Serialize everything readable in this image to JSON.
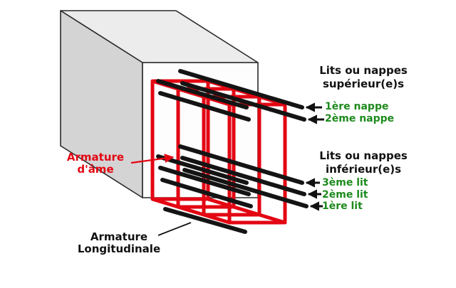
{
  "diagram": {
    "title_top": "Lits ou nappes\nsupérieur(e)s",
    "title_bottom": "Lits ou nappes\ninférieur(e)s",
    "labels": {
      "nappe1": "1ère nappe",
      "nappe2": "2ème nappe",
      "lit3": "3ème lit",
      "lit2": "2ème lit",
      "lit1": "1ère lit",
      "armature_ame": "Armature\nd'âme",
      "armature_longitudinale": "Armature\nLongitudinale"
    },
    "colors": {
      "stirrup_red": "#e30613",
      "bar_black": "#141414",
      "green_label": "#1d8a1d",
      "red_label": "#e30613",
      "heading_black": "#111111",
      "concrete_top": "#ececec",
      "concrete_side": "#d4d4d4",
      "concrete_front": "#fdfdfd",
      "outline": "#2a2a2a",
      "arrow_black": "#111111"
    }
  }
}
